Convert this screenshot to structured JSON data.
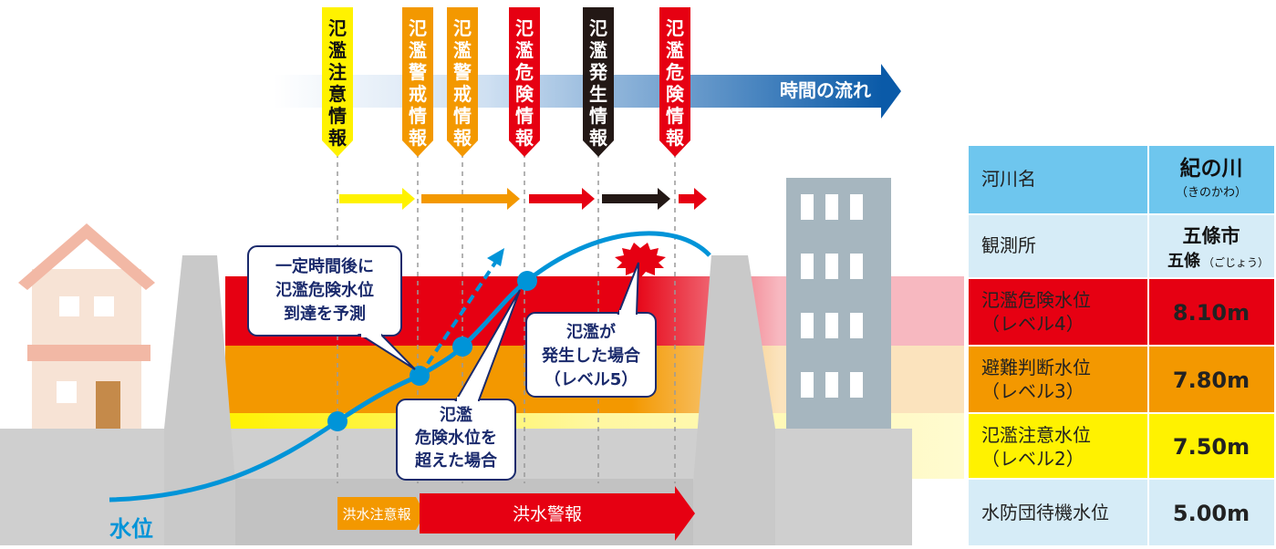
{
  "time_axis": {
    "label": "時間の流れ"
  },
  "info_tags": [
    {
      "label": "氾濫注意情報",
      "color": "#fff200",
      "text_color": "#111111"
    },
    {
      "label": "氾濫警戒情報",
      "color": "#f39800",
      "text_color": "#ffffff"
    },
    {
      "label": "氾濫警戒情報",
      "color": "#f39800",
      "text_color": "#ffffff"
    },
    {
      "label": "氾濫危険情報",
      "color": "#e60012",
      "text_color": "#ffffff"
    },
    {
      "label": "氾濫発生情報",
      "color": "#231815",
      "text_color": "#ffffff"
    },
    {
      "label": "氾濫危険情報",
      "color": "#e60012",
      "text_color": "#ffffff"
    }
  ],
  "callouts": {
    "forecast": [
      "一定時間後に",
      "氾濫危険水位",
      "到達を予測"
    ],
    "exceeded": [
      "氾濫",
      "危険水位を",
      "超えた場合"
    ],
    "flood": [
      "氾濫が",
      "発生した場合",
      "（レベル5）"
    ]
  },
  "water_label": "水位",
  "bottom_bar": {
    "watch": "洪水注意報",
    "warning": "洪水警報"
  },
  "table": {
    "header": {
      "label": "河川名",
      "value": "紀の川",
      "value_sub": "（きのかわ）"
    },
    "station": {
      "label": "観測所",
      "value": "五條市",
      "value_sub_main": "五條",
      "value_sub_reading": "（ごじょう）"
    },
    "rows": [
      {
        "label1": "氾濫危険水位",
        "label2": "（レベル4）",
        "value": "8.10m",
        "bg": "#e60012",
        "value_bg": "#e60012",
        "label_color": "#ffffff"
      },
      {
        "label1": "避難判断水位",
        "label2": "（レベル3）",
        "value": "7.80m",
        "bg": "#f39800",
        "value_bg": "#f39800",
        "label_color": "#ffffff"
      },
      {
        "label1": "氾濫注意水位",
        "label2": "（レベル2）",
        "value": "7.50m",
        "bg": "#fff200",
        "value_bg": "#fff200",
        "label_color": "#222222"
      },
      {
        "label1": "水防団待機水位",
        "label2": "",
        "value": "5.00m",
        "bg": "#d6ecf7",
        "value_bg": "#d6ecf7",
        "label_color": "#222222"
      }
    ]
  },
  "colors": {
    "blue": "#0094d8",
    "red": "#e60012",
    "orange": "#f39800",
    "yellow": "#fff200",
    "black": "#231815",
    "navy": "#1a2a6c",
    "gray": "#c9c9c9"
  }
}
